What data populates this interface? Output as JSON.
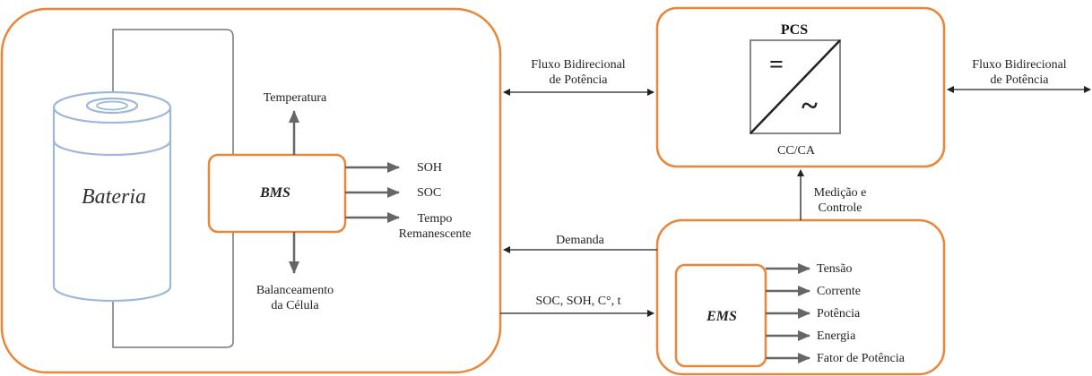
{
  "colors": {
    "orange": "#E8863A",
    "battery_blue": "#9DB8DA",
    "arrow_gray": "#666666",
    "text": "#222222"
  },
  "battery": {
    "label": "Bateria"
  },
  "bms": {
    "label": "BMS",
    "temperature": "Temperatura",
    "soh": "SOH",
    "soc": "SOC",
    "tempo_line1": "Tempo",
    "tempo_line2": "Remanescente",
    "balance_line1": "Balanceamento",
    "balance_line2": "da Célula"
  },
  "flow_left": {
    "line1": "Fluxo Bidirecional",
    "line2": "de Potência"
  },
  "flow_right": {
    "line1": "Fluxo Bidirecional",
    "line2": "de Potência"
  },
  "pcs": {
    "title": "PCS",
    "dc_symbol": "=",
    "ac_symbol": "~",
    "subtitle": "CC/CA"
  },
  "measure": {
    "line1": "Medição e",
    "line2": "Controle"
  },
  "demand": "Demanda",
  "soc_soh": "SOC, SOH, C°, t",
  "ems": {
    "label": "EMS",
    "outputs": [
      "Tensão",
      "Corrente",
      "Potência",
      "Energia",
      "Fator de Potência"
    ]
  }
}
